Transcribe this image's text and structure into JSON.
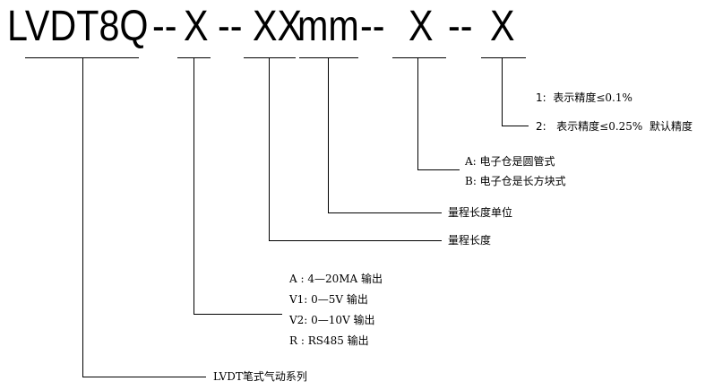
{
  "code": {
    "prefix": "LVDT8Q",
    "sep1": "--",
    "seg1": "X",
    "sep2": "--",
    "seg2": "XX",
    "seg3": "mm",
    "sep3": "--",
    "seg4": "X",
    "sep4": "--",
    "seg5": "X"
  },
  "labels": {
    "precision": [
      {
        "key": "1:",
        "text": "表示精度≤0.1%"
      },
      {
        "key": "2:",
        "text": "表示精度≤0.25%  默认精度"
      }
    ],
    "housing": [
      "A: 电子仓是圆管式",
      "B: 电子仓是长方块式"
    ],
    "length_unit": "量程长度单位",
    "length": "量程长度",
    "output": [
      "A : 4—20MA 输出",
      "V1: 0—5V 输出",
      "V2: 0—10V 输出",
      "R : RS485 输出"
    ],
    "series": "LVDT笔式气动系列"
  }
}
